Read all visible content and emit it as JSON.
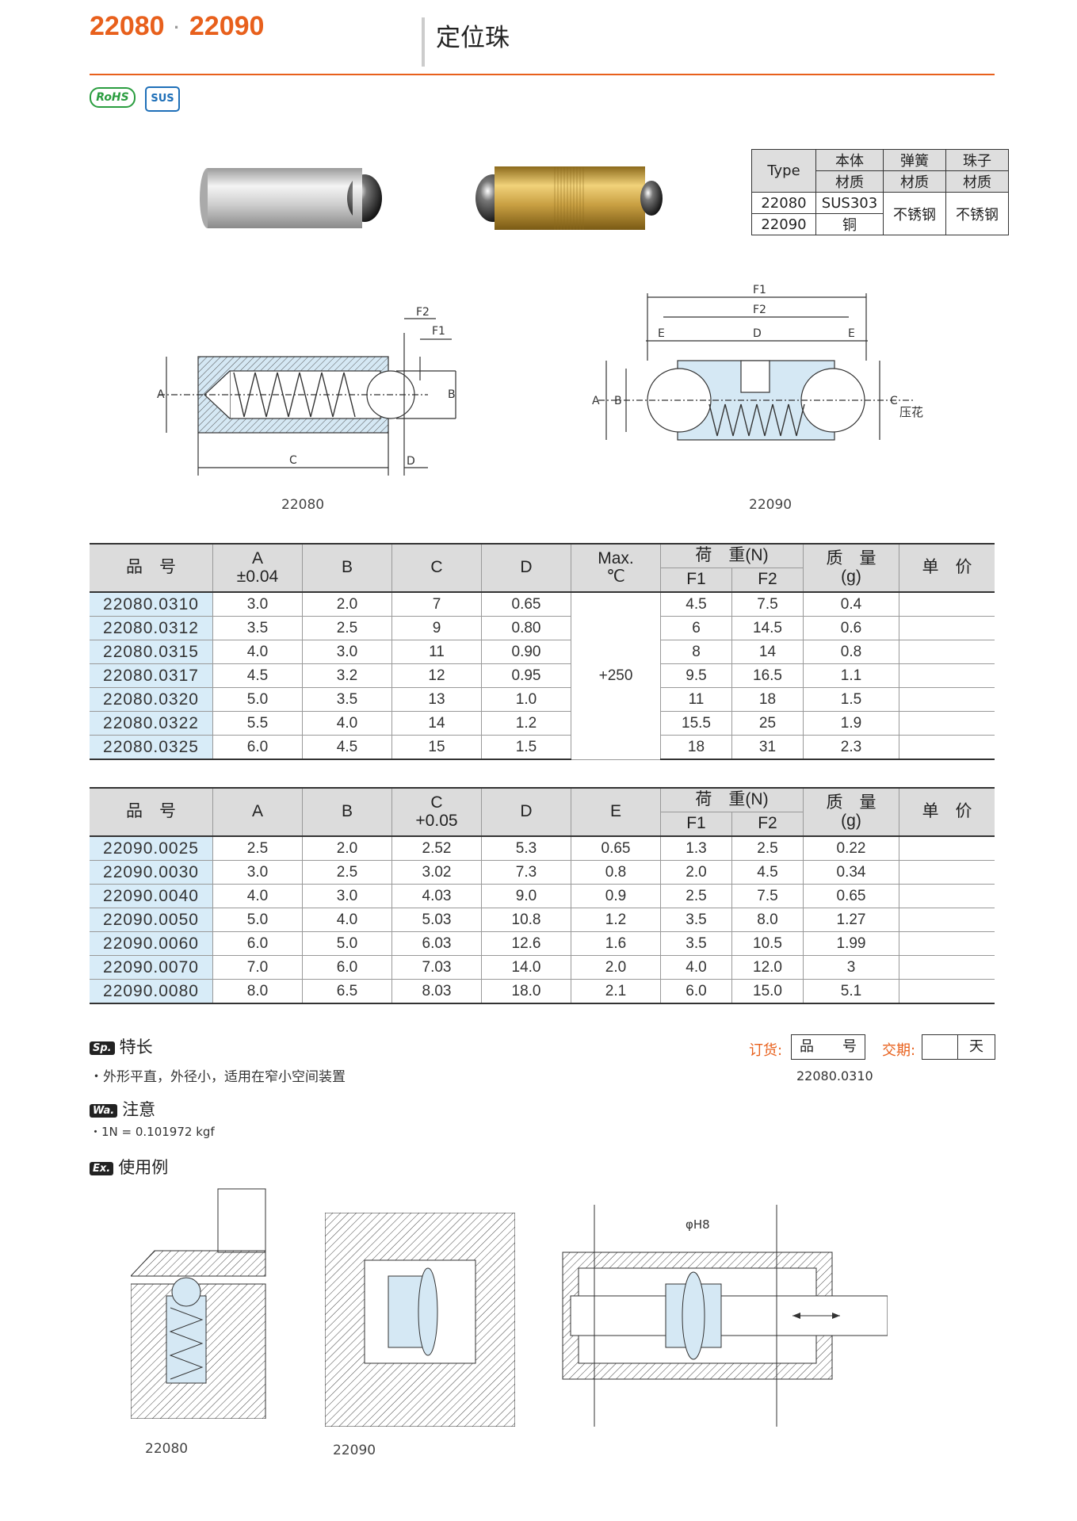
{
  "header": {
    "code_a": "22080",
    "separator": "·",
    "code_b": "22090",
    "title": "定位珠"
  },
  "badges": {
    "rohs": "RoHS",
    "sus": "SUS"
  },
  "material_table": {
    "type_label": "Type",
    "col_body_top": "本体",
    "col_body_bot": "材质",
    "col_spring_top": "弹簧",
    "col_spring_bot": "材质",
    "col_ball_top": "珠子",
    "col_ball_bot": "材质",
    "rows": [
      {
        "type": "22080",
        "body": "SUS303"
      },
      {
        "type": "22090",
        "body": "铜"
      }
    ],
    "spring_material": "不锈钢",
    "ball_material": "不锈钢"
  },
  "drawings": {
    "left_caption": "22080",
    "right_caption": "22090",
    "labels": {
      "A": "A",
      "B": "B",
      "C": "C",
      "D": "D",
      "E": "E",
      "F1": "F1",
      "F2": "F2",
      "knurl": "压花"
    }
  },
  "table1": {
    "headers": {
      "code": "品　号",
      "A": "A",
      "A_tol": "±0.04",
      "B": "B",
      "C": "C",
      "D": "D",
      "max_top": "Max.",
      "max_bot": "℃",
      "load": "荷　重(N)",
      "F1": "F1",
      "F2": "F2",
      "mass_top": "质　量",
      "mass_bot": "(g)",
      "price": "单　价"
    },
    "temp": "+250",
    "rows": [
      {
        "code": "22080.0310",
        "A": "3.0",
        "B": "2.0",
        "C": "7",
        "D": "0.65",
        "F1": "4.5",
        "F2": "7.5",
        "m": "0.4"
      },
      {
        "code": "22080.0312",
        "A": "3.5",
        "B": "2.5",
        "C": "9",
        "D": "0.80",
        "F1": "6",
        "F2": "14.5",
        "m": "0.6"
      },
      {
        "code": "22080.0315",
        "A": "4.0",
        "B": "3.0",
        "C": "11",
        "D": "0.90",
        "F1": "8",
        "F2": "14",
        "m": "0.8"
      },
      {
        "code": "22080.0317",
        "A": "4.5",
        "B": "3.2",
        "C": "12",
        "D": "0.95",
        "F1": "9.5",
        "F2": "16.5",
        "m": "1.1"
      },
      {
        "code": "22080.0320",
        "A": "5.0",
        "B": "3.5",
        "C": "13",
        "D": "1.0",
        "F1": "11",
        "F2": "18",
        "m": "1.5"
      },
      {
        "code": "22080.0322",
        "A": "5.5",
        "B": "4.0",
        "C": "14",
        "D": "1.2",
        "F1": "15.5",
        "F2": "25",
        "m": "1.9"
      },
      {
        "code": "22080.0325",
        "A": "6.0",
        "B": "4.5",
        "C": "15",
        "D": "1.5",
        "F1": "18",
        "F2": "31",
        "m": "2.3"
      }
    ]
  },
  "table2": {
    "headers": {
      "code": "品　号",
      "A": "A",
      "B": "B",
      "C": "C",
      "C_tol": "+0.05",
      "D": "D",
      "E": "E",
      "load": "荷　重(N)",
      "F1": "F1",
      "F2": "F2",
      "mass_top": "质　量",
      "mass_bot": "(g)",
      "price": "单　价"
    },
    "rows": [
      {
        "code": "22090.0025",
        "A": "2.5",
        "B": "2.0",
        "C": "2.52",
        "D": "5.3",
        "E": "0.65",
        "F1": "1.3",
        "F2": "2.5",
        "m": "0.22"
      },
      {
        "code": "22090.0030",
        "A": "3.0",
        "B": "2.5",
        "C": "3.02",
        "D": "7.3",
        "E": "0.8",
        "F1": "2.0",
        "F2": "4.5",
        "m": "0.34"
      },
      {
        "code": "22090.0040",
        "A": "4.0",
        "B": "3.0",
        "C": "4.03",
        "D": "9.0",
        "E": "0.9",
        "F1": "2.5",
        "F2": "7.5",
        "m": "0.65"
      },
      {
        "code": "22090.0050",
        "A": "5.0",
        "B": "4.0",
        "C": "5.03",
        "D": "10.8",
        "E": "1.2",
        "F1": "3.5",
        "F2": "8.0",
        "m": "1.27"
      },
      {
        "code": "22090.0060",
        "A": "6.0",
        "B": "5.0",
        "C": "6.03",
        "D": "12.6",
        "E": "1.6",
        "F1": "3.5",
        "F2": "10.5",
        "m": "1.99"
      },
      {
        "code": "22090.0070",
        "A": "7.0",
        "B": "6.0",
        "C": "7.03",
        "D": "14.0",
        "E": "2.0",
        "F1": "4.0",
        "F2": "12.0",
        "m": "3"
      },
      {
        "code": "22090.0080",
        "A": "8.0",
        "B": "6.5",
        "C": "8.03",
        "D": "18.0",
        "E": "2.1",
        "F1": "6.0",
        "F2": "15.0",
        "m": "5.1"
      }
    ]
  },
  "features": {
    "badge": "Sp.",
    "title": "特长",
    "bullet": "・外形平直，外径小，适用在窄小空间装置"
  },
  "notes": {
    "badge": "Wa.",
    "title": "注意",
    "bullet": "・1N = 0.101972 kgf"
  },
  "examples": {
    "badge": "Ex.",
    "title": "使用例",
    "cap_a": "22080",
    "cap_b": "22090",
    "hole_label": "φH8"
  },
  "order": {
    "label": "订货:",
    "code_box": "品　　号",
    "delivery_label": "交期:",
    "days": "天",
    "example": "22080.0310"
  }
}
